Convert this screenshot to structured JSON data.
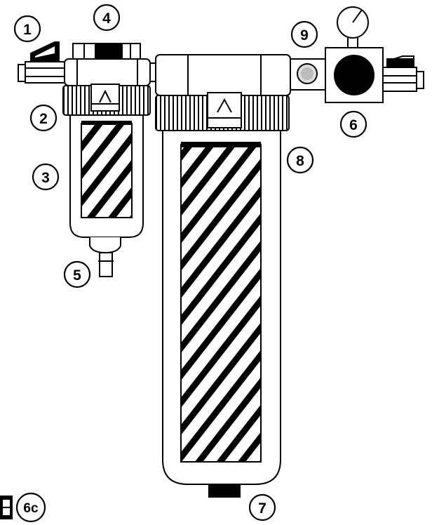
{
  "callouts": [
    {
      "id": "1",
      "label": "1"
    },
    {
      "id": "2",
      "label": "2"
    },
    {
      "id": "3",
      "label": "3"
    },
    {
      "id": "4",
      "label": "4"
    },
    {
      "id": "5",
      "label": "5"
    },
    {
      "id": "6",
      "label": "6"
    },
    {
      "id": "7",
      "label": "7"
    },
    {
      "id": "8",
      "label": "8"
    },
    {
      "id": "9",
      "label": "9"
    }
  ],
  "figure_label": "6c",
  "colors": {
    "ink": "#000000",
    "paper": "#ffffff"
  }
}
